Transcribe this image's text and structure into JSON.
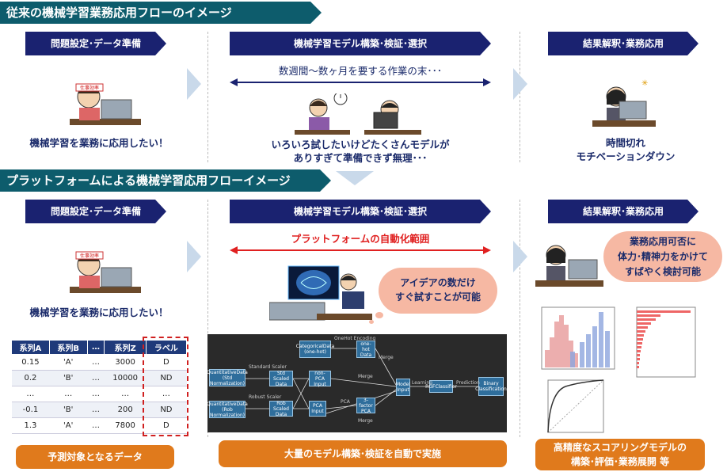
{
  "top": {
    "title": "従来の機械学習業務応用フローのイメージ",
    "steps": [
      "問題設定･データ準備",
      "機械学習モデル構築･検証･選択",
      "結果解釈･業務応用"
    ],
    "span": "数週間〜数ヶ月を要する作業の末･･･",
    "c1": "機械学習を業務に応用したい！",
    "c2a": "いろいろ試したいけどたくさんモデルが",
    "c2b": "ありすぎて準備できず無理･･･",
    "c3a": "時間切れ",
    "c3b": "モチベーションダウン",
    "headband": "仕事効率"
  },
  "bottom": {
    "title": "プラットフォームによる機械学習応用フローイメージ",
    "steps": [
      "問題設定･データ準備",
      "機械学習モデル構築･検証･選択",
      "結果解釈･業務応用"
    ],
    "span": "プラットフォームの自動化範囲",
    "c1": "機械学習を業務に応用したい！",
    "cloud1a": "アイデアの数だけ",
    "cloud1b": "すぐ試すことが可能",
    "cloud2a": "業務応用可否に",
    "cloud2b": "体力･精神力をかけて",
    "cloud2c": "すばやく検討可能",
    "box1": "予測対象となるデータ",
    "box2": "大量のモデル構築･検証を自動で実施",
    "box3a": "高精度なスコアリングモデルの",
    "box3b": "構築･評価･業務展開 等",
    "headband": "仕事効率"
  },
  "table": {
    "headers": [
      "系列A",
      "系列B",
      "…",
      "系列Z",
      "ラベル"
    ],
    "rows": [
      [
        "0.15",
        "'A'",
        "…",
        "3000",
        "D"
      ],
      [
        "0.2",
        "'B'",
        "…",
        "10000",
        "ND"
      ],
      [
        "…",
        "…",
        "…",
        "…",
        "…"
      ],
      [
        "-0.1",
        "'B'",
        "…",
        "200",
        "ND"
      ],
      [
        "1.3",
        "'A'",
        "…",
        "7800",
        "D"
      ]
    ]
  },
  "flow": {
    "n1": "CategoricalData (one-hot)",
    "n2": "one-hot Data",
    "n3": "QuantitativeData (Std Normalization)",
    "n4": "Std Scaled Data",
    "n5": "non-PCA Input",
    "n6": "QuantitativeData (Rob Normalization)",
    "n7": "Rob Scaled Data",
    "n8": "PCA Input",
    "n9": "3-factor PCA",
    "n10": "Model Input",
    "n11": "RGFClassifier",
    "n12": "Binary Classification",
    "l1": "OneHot Encoding",
    "l2": "Standard Scaler",
    "l3": "Robust Scaler",
    "l4": "Merge",
    "l5": "Merge",
    "l6": "PCA",
    "l7": "Merge",
    "l8": "Learning",
    "l9": "Prediction"
  }
}
